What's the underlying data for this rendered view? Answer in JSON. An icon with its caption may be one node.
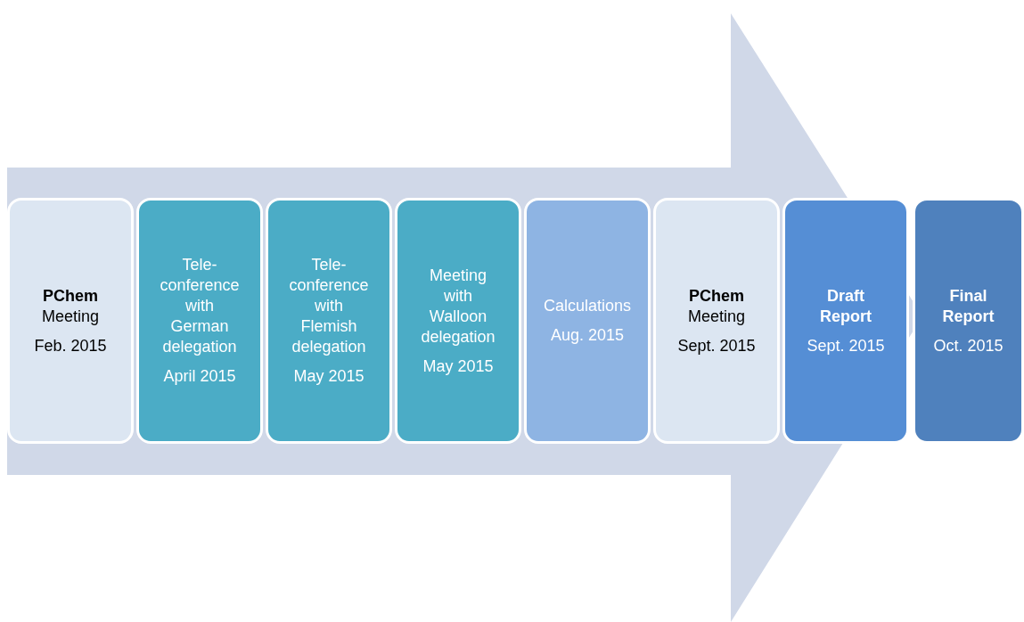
{
  "diagram": {
    "nodes": [
      {
        "text": [
          "**PChem** Meeting",
          "Feb. 2015"
        ]
      },
      {
        "text": [
          "Tele-conference with German delegation",
          "April 2015"
        ]
      },
      {
        "text": [
          "Tele-conference with Flemish delegation",
          "May 2015"
        ]
      },
      {
        "text": [
          "Meeting with Walloon delegation",
          "May 2015"
        ]
      },
      {
        "text": [
          "Calculations",
          "Aug. 2015"
        ]
      },
      {
        "text": [
          "**PChem** Meeting",
          "Sept. 2015"
        ]
      },
      {
        "text": [
          "Draft Report",
          "Sept. 2015"
        ]
      },
      {
        "text": [
          "Final Report",
          "Oct. 2015"
        ]
      }
    ],
    "edges": [
      {
        "from": 0,
        "to": 7,
        "arrow": "to"
      }
    ]
  }
}
